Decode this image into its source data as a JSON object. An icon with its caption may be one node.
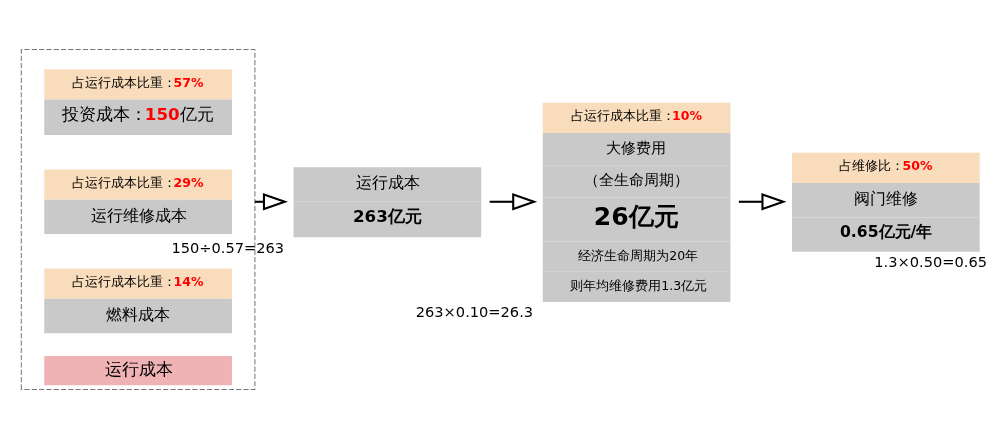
{
  "diagram": {
    "nodes": [
      {
        "text": [
          "运行成本"
        ]
      },
      {
        "text": [
          "占运行成本比重：57%",
          "投资成本：150亿元"
        ],
        "in": 0
      },
      {
        "text": [
          "占运行成本比重：29%",
          "运行维修成本"
        ],
        "in": 0
      },
      {
        "text": [
          "占运行成本比重：14%",
          "燃料成本"
        ],
        "in": 0
      },
      {
        "text": [
          "运行成本",
          "263亿元"
        ],
        "beside": [
          "150÷0.57=263"
        ]
      },
      {
        "text": [
          "占运行成本比重：10%",
          "大修费用",
          "（全生命周期）",
          "26亿元",
          "经济生命周期为20年",
          "则年均维修费用1.3亿元"
        ],
        "beside": [
          "263×0.10=26.3"
        ]
      },
      {
        "text": [
          "占维修比：50%",
          "阀门维修",
          "0.65亿元/年"
        ],
        "beside": [
          "1.3×0.50=0.65"
        ]
      }
    ],
    "edges": [
      {
        "from": 0,
        "to": 4,
        "arrow": "to"
      },
      {
        "from": 4,
        "to": 5,
        "arrow": "to"
      },
      {
        "from": 5,
        "to": 6,
        "arrow": "to"
      }
    ]
  }
}
